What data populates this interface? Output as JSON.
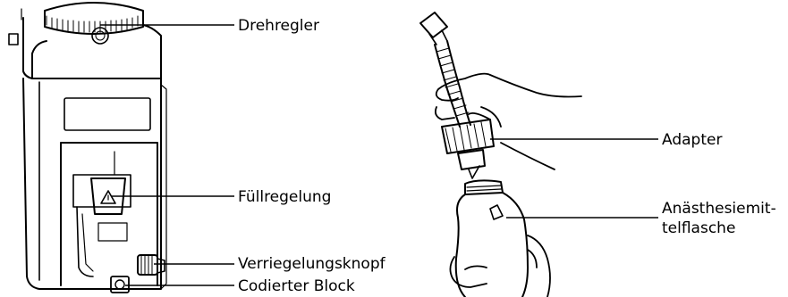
{
  "labels": {
    "dial": "Drehregler",
    "fill_control": "Füllregelung",
    "lock_knob": "Verriegelungsknopf",
    "coded_block": "Codierter Block",
    "adapter": "Adapter",
    "bottle_line1": "Anästhesiemit-",
    "bottle_line2": "telflasche"
  }
}
